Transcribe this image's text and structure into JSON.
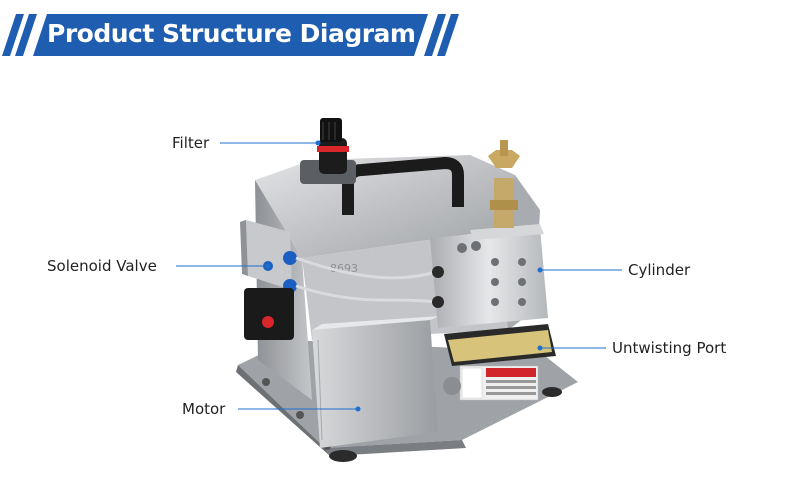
{
  "header": {
    "title": "Product Structure Diagram"
  },
  "callouts": {
    "filter": "Filter",
    "solenoid_valve": "Solenoid Valve",
    "motor": "Motor",
    "cylinder": "Cylinder",
    "untwisting_port": "Untwisting Port"
  },
  "colors": {
    "banner_blue": "#1f5db0",
    "leader_line": "#1f6fd0",
    "steel": "#c9cbce"
  }
}
